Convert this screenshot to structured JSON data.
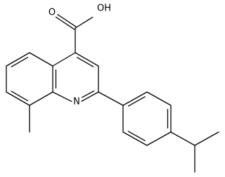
{
  "atom_labels": {
    "carbonyl_oxygen": "O",
    "hydroxyl": "OH",
    "ring_nitrogen": "N"
  },
  "colors": {
    "bond": "#000000",
    "background": "#ffffff"
  }
}
